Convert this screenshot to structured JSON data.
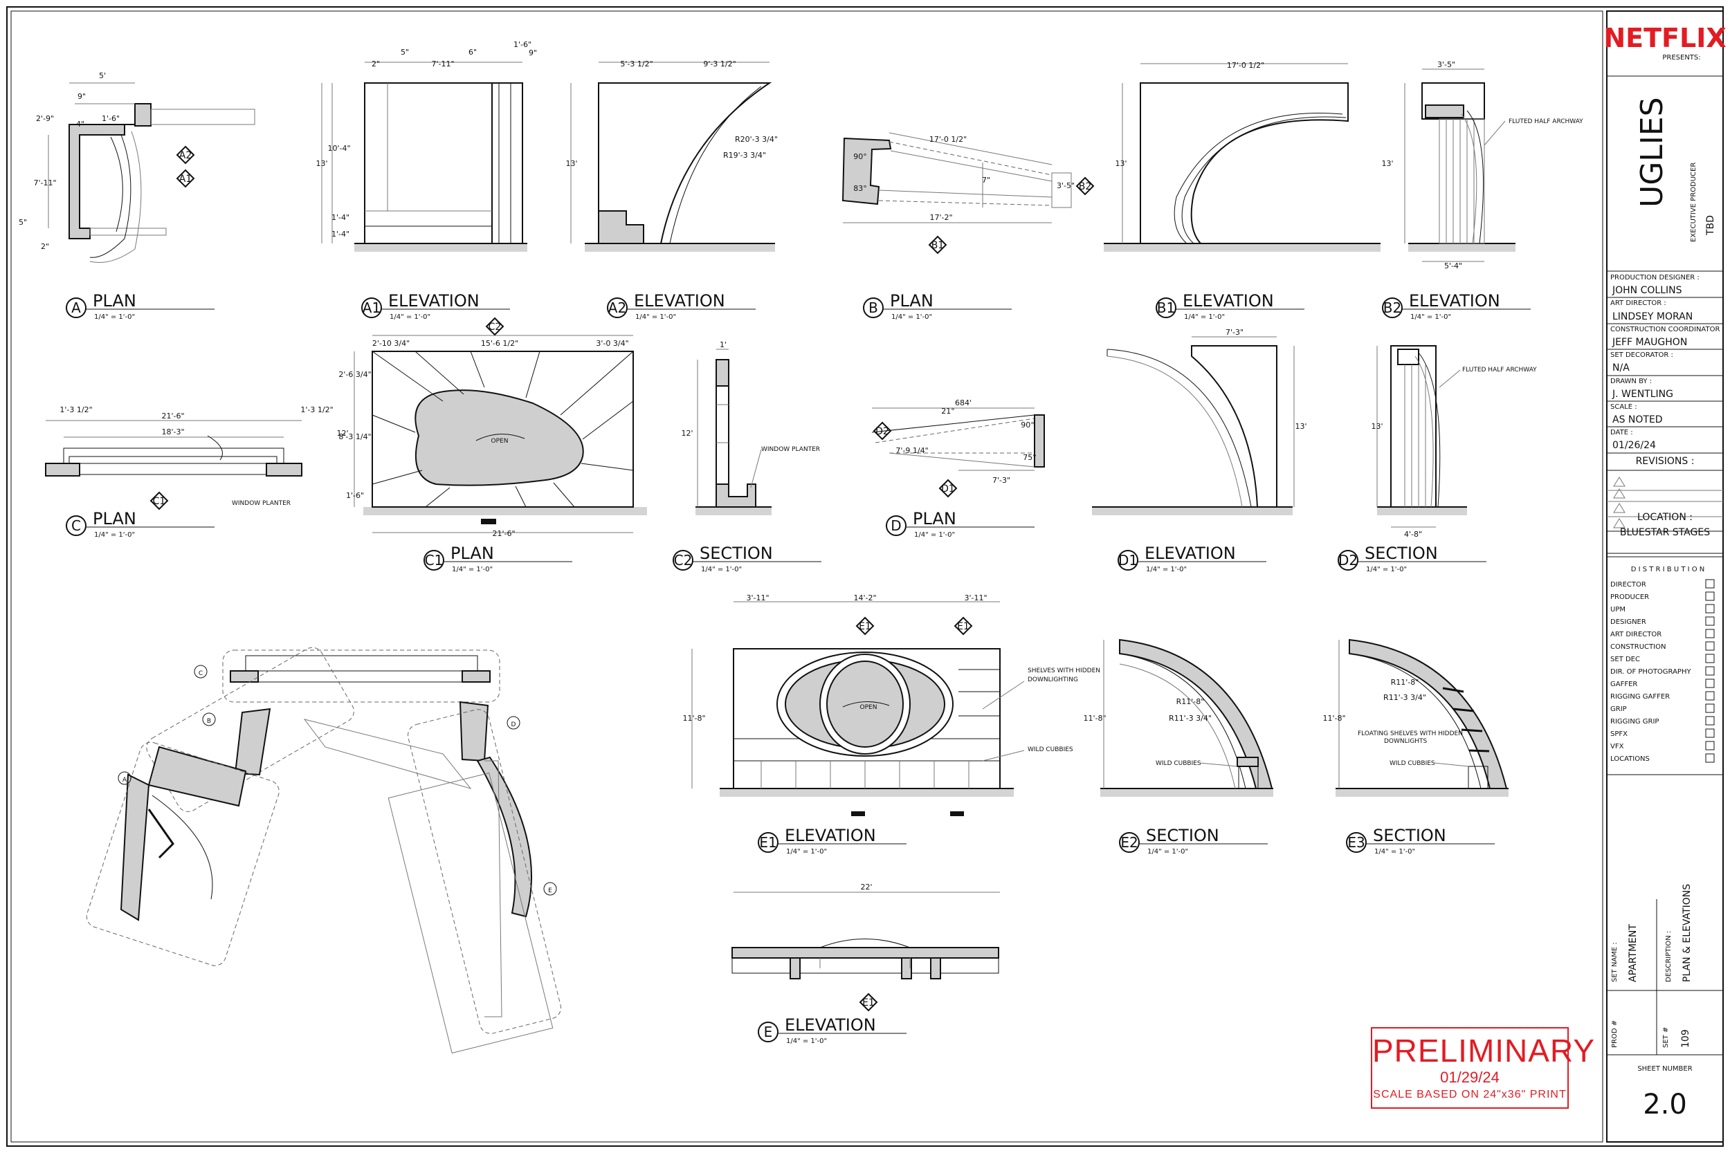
{
  "titleblock": {
    "brand": "NETFLIX",
    "presents": "PRESENTS:",
    "show_title": "UGLIES",
    "exec_producer_label": "EXECUTIVE PRODUCER",
    "exec_producer_value": "TBD",
    "production_designer_label": "PRODUCTION DESIGNER :",
    "production_designer": "JOHN COLLINS",
    "art_director_label": "ART DIRECTOR :",
    "art_director": "LINDSEY MORAN",
    "construction_coordinator_label": "CONSTRUCTION COORDINATOR :",
    "construction_coordinator": "JEFF MAUGHON",
    "set_decorator_label": "SET DECORATOR :",
    "set_decorator": "N/A",
    "drawn_by_label": "DRAWN BY :",
    "drawn_by": "J. WENTLING",
    "scale_label": "SCALE :",
    "scale": "AS NOTED",
    "date_label": "DATE :",
    "date": "01/26/24",
    "revisions_label": "REVISIONS :",
    "location_label": "LOCATION :",
    "location": "BLUESTAR STAGES",
    "distribution_label": "D I S T R I B U T I O N",
    "distribution": [
      "DIRECTOR",
      "PRODUCER",
      "UPM",
      "DESIGNER",
      "ART DIRECTOR",
      "CONSTRUCTION",
      "SET DEC",
      "DIR. OF PHOTOGRAPHY",
      "GAFFER",
      "RIGGING GAFFER",
      "GRIP",
      "RIGGING GRIP",
      "SPFX",
      "VFX",
      "LOCATIONS"
    ],
    "set_name_label": "SET NAME :",
    "set_name": "APARTMENT",
    "description_label": "DESCRIPTION :",
    "description": "PLAN & ELEVATIONS",
    "prod_label": "PROD #",
    "set_label": "SET #",
    "set_number": "109",
    "sheet_number_label": "SHEET NUMBER",
    "sheet_number": "2.0"
  },
  "stamp": {
    "title": "PRELIMINARY",
    "date": "01/29/24",
    "scale_note": "SCALE BASED ON 24\"x36\" PRINT"
  },
  "scale_note": "1/4\" = 1'-0\"",
  "views": [
    {
      "tag": "A",
      "label": "PLAN"
    },
    {
      "tag": "A1",
      "label": "ELEVATION"
    },
    {
      "tag": "A2",
      "label": "ELEVATION"
    },
    {
      "tag": "B",
      "label": "PLAN"
    },
    {
      "tag": "B1",
      "label": "ELEVATION"
    },
    {
      "tag": "B2",
      "label": "ELEVATION"
    },
    {
      "tag": "C",
      "label": "PLAN"
    },
    {
      "tag": "C1",
      "label": "PLAN"
    },
    {
      "tag": "C2",
      "label": "SECTION"
    },
    {
      "tag": "D",
      "label": "PLAN"
    },
    {
      "tag": "D1",
      "label": "ELEVATION"
    },
    {
      "tag": "D2",
      "label": "SECTION"
    },
    {
      "tag": "E1",
      "label": "ELEVATION"
    },
    {
      "tag": "E2",
      "label": "SECTION"
    },
    {
      "tag": "E3",
      "label": "SECTION"
    },
    {
      "tag": "E",
      "label": "ELEVATION"
    }
  ],
  "callouts": {
    "a": "A",
    "a1": "A1",
    "a2": "A2",
    "b": "B",
    "b1": "B1",
    "b2": "B2",
    "c": "C",
    "c1": "C1",
    "c2": "C2",
    "d": "D",
    "d1": "D1",
    "d2": "D2",
    "e": "E",
    "e1": "E1"
  },
  "notes": {
    "fluted": "FLUTED HALF ARCHWAY",
    "window_planter": "WINDOW PLANTER",
    "open": "OPEN",
    "shelves": "SHELVES WITH HIDDEN",
    "downlighting": "DOWNLIGHTING",
    "wild_cubbies": "WILD CUBBIES",
    "floating_shelves": "FLOATING SHELVES WITH HIDDEN",
    "downlights": "DOWNLIGHTS"
  },
  "dims": {
    "a_5": "5'",
    "a_9": "9\"",
    "a_29": "2'-9\"",
    "a_4": "4\"",
    "a_16": "1'-6\"",
    "a_711": "7'-11\"",
    "a_5in": "5\"",
    "a_2in": "2\"",
    "a1_2": "2\"",
    "a1_5": "5\"",
    "a1_711": "7'-11\"",
    "a1_6": "6\"",
    "a1_16": "1'-6\"",
    "a1_9": "9\"",
    "a1_104": "10'-4\"",
    "a1_13": "13'",
    "a1_14a": "1'-4\"",
    "a1_14b": "1'-4\"",
    "a2_5": "5'-3 1/2\"",
    "a2_9": "9'-3 1/2\"",
    "a2_13": "13'",
    "a2_r20": "R20'-3 3/4\"",
    "a2_r19": "R19'-3 3/4\"",
    "b_17a": "17'-0 1/2\"",
    "b_90": "90°",
    "b_83": "83°",
    "b_7": "7\"",
    "b_35": "3'-5\"",
    "b_172": "17'-2\"",
    "b1_17": "17'-0 1/2\"",
    "b1_13": "13'",
    "b2_35": "3'-5\"",
    "b2_13": "13'",
    "b2_54": "5'-4\"",
    "c_216": "21'-6\"",
    "c_12a": "1'-3 1/2\"",
    "c_12b": "1'-3 1/2\"",
    "c_183": "18'-3\"",
    "c1_2": "2'-10 3/4\"",
    "c1_15": "15'-6 1/2\"",
    "c1_3": "3'-0 3/4\"",
    "c1_26": "2'-6 3/4\"",
    "c1_12": "12'",
    "c1_8": "8'-3 1/4\"",
    "c1_16": "1'-6\"",
    "c1_216": "21'-6\"",
    "c2_1": "1'",
    "c2_12": "12'",
    "d_684": "684'",
    "d_21": "21°",
    "d_90": "90°",
    "d_75": "75°",
    "d_79": "7'-9 1/4\"",
    "d_73": "7'-3\"",
    "d1_73": "7'-3\"",
    "d1_13": "13'",
    "d2_13": "13'",
    "d2_48": "4'-8\"",
    "e1_311a": "3'-11\"",
    "e1_142": "14'-2\"",
    "e1_311b": "3'-11\"",
    "e1_118": "11'-8\"",
    "e2_118": "11'-8\"",
    "e2_r1": "R11'-8\"",
    "e2_r2": "R11'-3 3/4\"",
    "e3_118": "11'-8\"",
    "e3_r1": "R11'-8\"",
    "e3_r2": "R11'-3 3/4\"",
    "e_22": "22'"
  }
}
